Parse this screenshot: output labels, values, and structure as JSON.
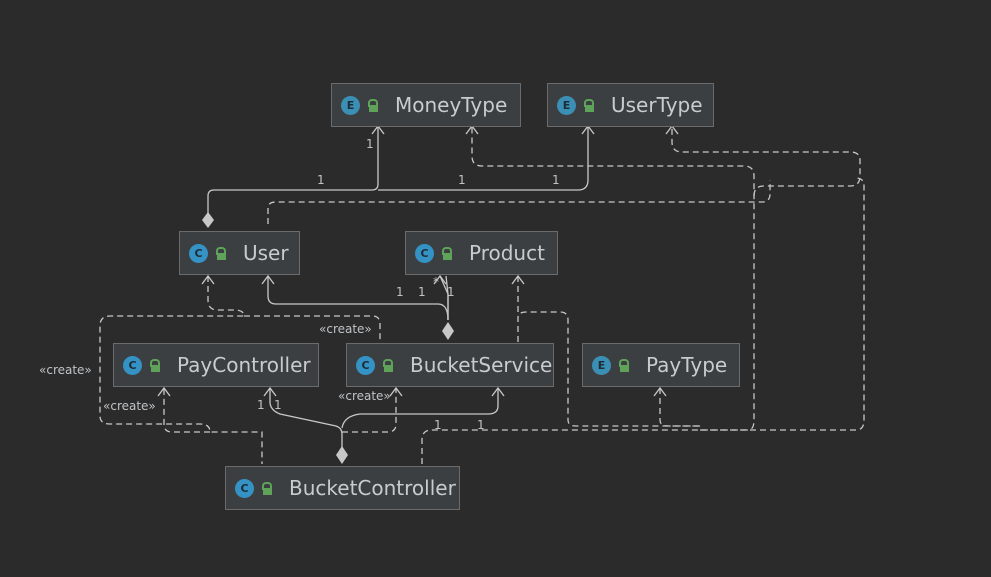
{
  "nodes": {
    "money_type": {
      "kind": "E",
      "name": "MoneyType"
    },
    "user_type": {
      "kind": "E",
      "name": "UserType"
    },
    "user": {
      "kind": "C",
      "name": "User"
    },
    "product": {
      "kind": "C",
      "name": "Product"
    },
    "pay_controller": {
      "kind": "C",
      "name": "PayController"
    },
    "bucket_service": {
      "kind": "C",
      "name": "BucketService"
    },
    "pay_type": {
      "kind": "E",
      "name": "PayType"
    },
    "bucket_controller": {
      "kind": "C",
      "name": "BucketController"
    }
  },
  "labels": {
    "create": "«create»",
    "one": "1",
    "many": "*"
  },
  "colors": {
    "background": "#2b2b2b",
    "node_fill": "#3c3f41",
    "node_border": "#6b6b6b",
    "edge": "#c8c8c8",
    "class_badge": "#3592c4",
    "lock": "#5fa35a"
  }
}
